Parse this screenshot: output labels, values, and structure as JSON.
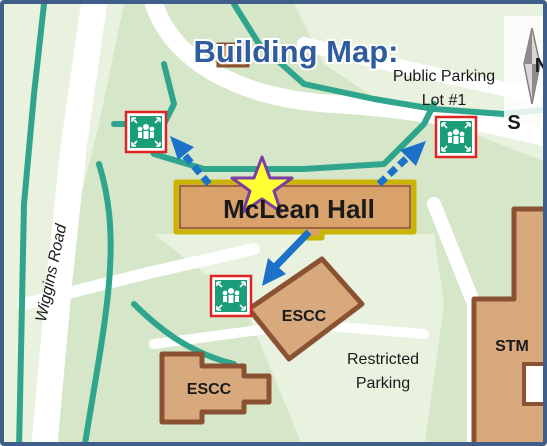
{
  "map": {
    "title": "Building Map:",
    "road_label": "Wiggins Road",
    "parking_public_line1": "Public Parking",
    "parking_public_line2": "Lot #1",
    "parking_restricted_line1": "Restricted",
    "parking_restricted_line2": "Parking",
    "main_building": "McLean Hall",
    "buildings": [
      "ESCC",
      "ESCC",
      "STM"
    ],
    "compass_north": "N",
    "compass_south": "S",
    "assembly_point_icon": "emergency-assembly-point-icon",
    "you_are_here_icon": "star-icon",
    "colors": {
      "background": "#d6e6c8",
      "building_fill": "#d8a97c",
      "building_stroke": "#8a5232",
      "main_building_fill": "#d9a26b",
      "main_building_stroke": "#c9b400",
      "path_green": "#2ea58c",
      "arrow_blue": "#1b72c8",
      "assembly_green": "#1a9e7a",
      "assembly_border": "#e02424",
      "star_fill": "#ffff33",
      "star_stroke": "#7a3fa0",
      "title_color": "#2f5c9e",
      "frame": "#3f5f8a"
    }
  }
}
